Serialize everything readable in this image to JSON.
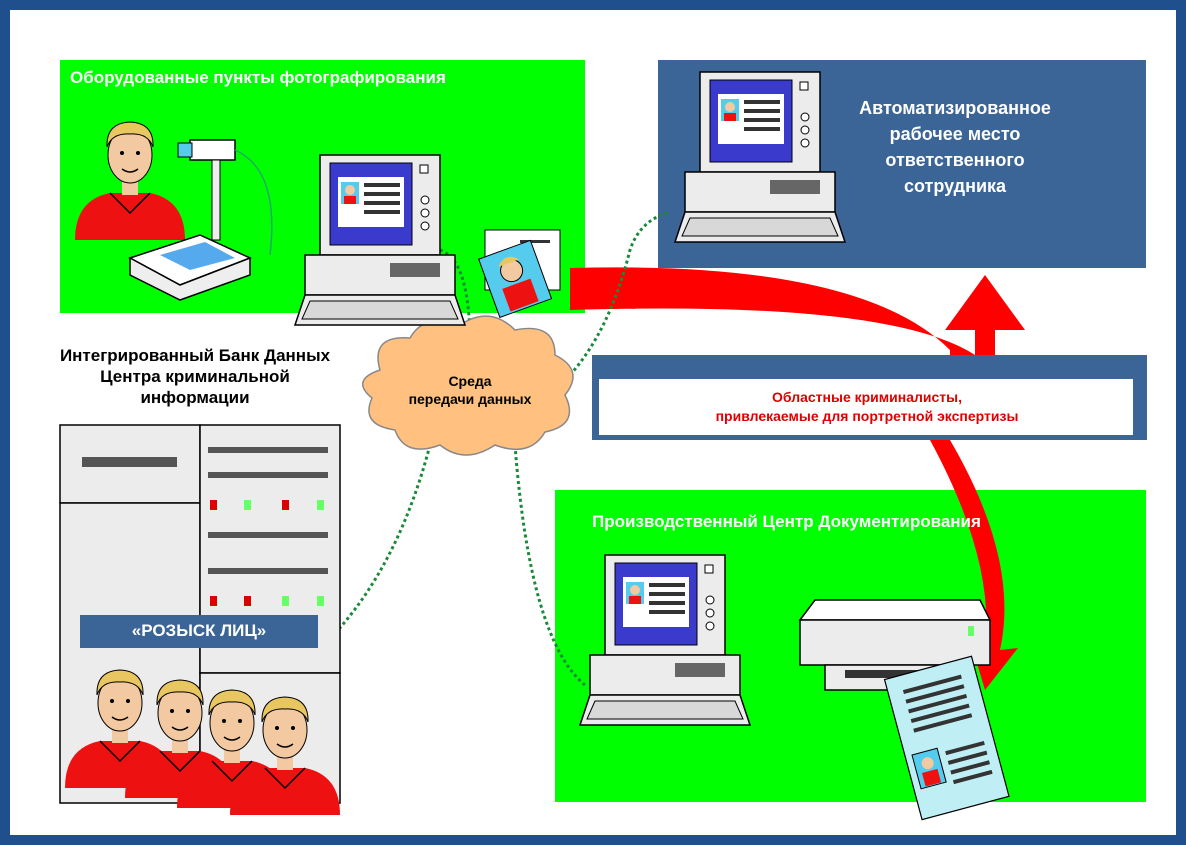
{
  "panels": {
    "photo_points": {
      "title": "Оборудованные пункты фотографирования"
    },
    "workstation": {
      "line1": "Автоматизированное",
      "line2": "рабочее место",
      "line3": "ответственного сотрудника"
    },
    "bank": {
      "line1": "Интегрированный Банк Данных",
      "line2": "Центра криминальной",
      "line3": "информации"
    },
    "cloud": {
      "line1": "Среда",
      "line2": "передачи данных"
    },
    "experts": {
      "line1": "Областные криминалисты,",
      "line2": "привлекаемые для портретной экспертизы"
    },
    "production": {
      "title": "Производственный Центр Документирования"
    },
    "search": {
      "label": "«РОЗЫСК ЛИЦ»"
    }
  },
  "colors": {
    "green": "#00ff00",
    "blue_panel": "#3a6596",
    "frame": "#1f4f8c",
    "arrow_red": "#ff0000",
    "cable": "#1a8a3a",
    "cloud": "#ffc080"
  }
}
